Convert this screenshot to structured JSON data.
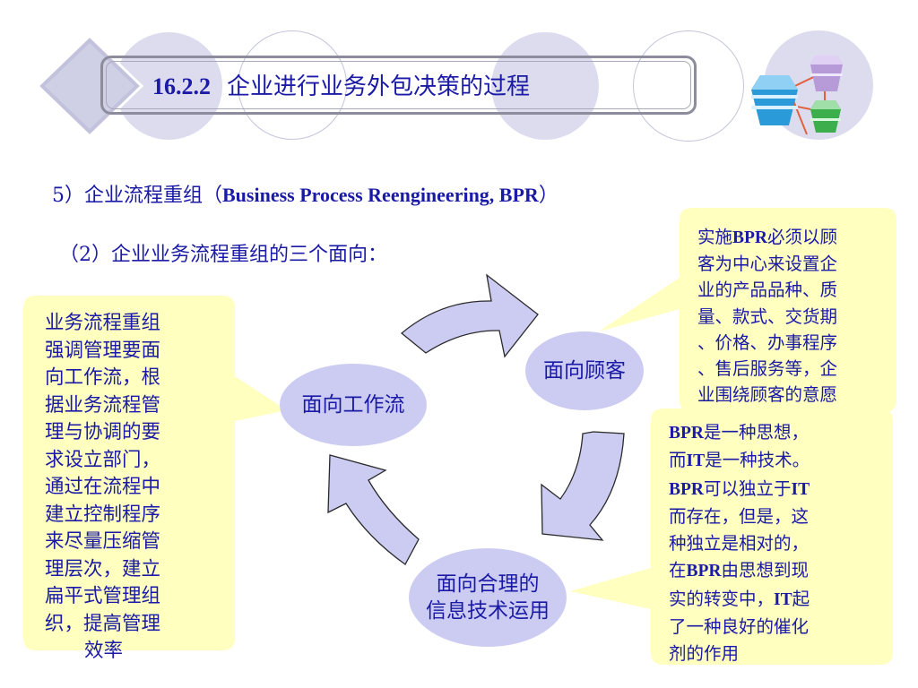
{
  "header": {
    "section_number": "16.2.2",
    "title": "企业进行业务外包决策的过程"
  },
  "heading_main": {
    "prefix": "5）企业流程重组（",
    "english": "Business Process Reengineering, BPR",
    "suffix": "）"
  },
  "heading_sub": "（2）企业业务流程重组的三个面向：",
  "nodes": {
    "workflow": "面向工作流",
    "customer": "面向顾客",
    "it_line1": "面向合理的",
    "it_line2": "信息技术运用"
  },
  "notes": {
    "left": [
      "业务流程重组",
      "强调管理要面",
      "向工作流，根",
      "据业务流程管",
      "理与协调的要",
      "求设立部门，",
      "通过在流程中",
      "建立控制程序",
      "来尽量压缩管",
      "理层次，建立",
      "扁平式管理组",
      "织，提高管理",
      "效率"
    ],
    "top_right": {
      "line1_prefix": "实施",
      "line1_bold": "BPR",
      "line1_suffix": "必须以顾",
      "lines": [
        "客为中心来设置企",
        "业的产品品种、质",
        "量、款式、交货期",
        "、价格、办事程序",
        "、售后服务等，企",
        "业围绕顾客的意愿"
      ]
    },
    "bottom_right": {
      "l1_bold": "BPR",
      "l1": "是一种思想，",
      "l2_pre": "而",
      "l2_bold": "IT",
      "l2": "是一种技术。",
      "l3_bold": "BPR",
      "l3_mid": "可以独立于",
      "l3_bold2": "IT",
      "l4": "而存在，但是，这",
      "l5": "种独立是相对的，",
      "l6_pre": "在",
      "l6_bold": "BPR",
      "l6": "由思想到现",
      "l7_pre": "实的转变中，",
      "l7_bold": "IT",
      "l7": "起",
      "l8": "了一种良好的催化",
      "l9": "剂的作用"
    }
  },
  "colors": {
    "text_blue": "#1a1aa6",
    "callout_fill": "#ffffc0",
    "node_fill": "#ccccf2",
    "deco_circle": "#dcdcee",
    "arrow_fill": "#ccccf2"
  }
}
